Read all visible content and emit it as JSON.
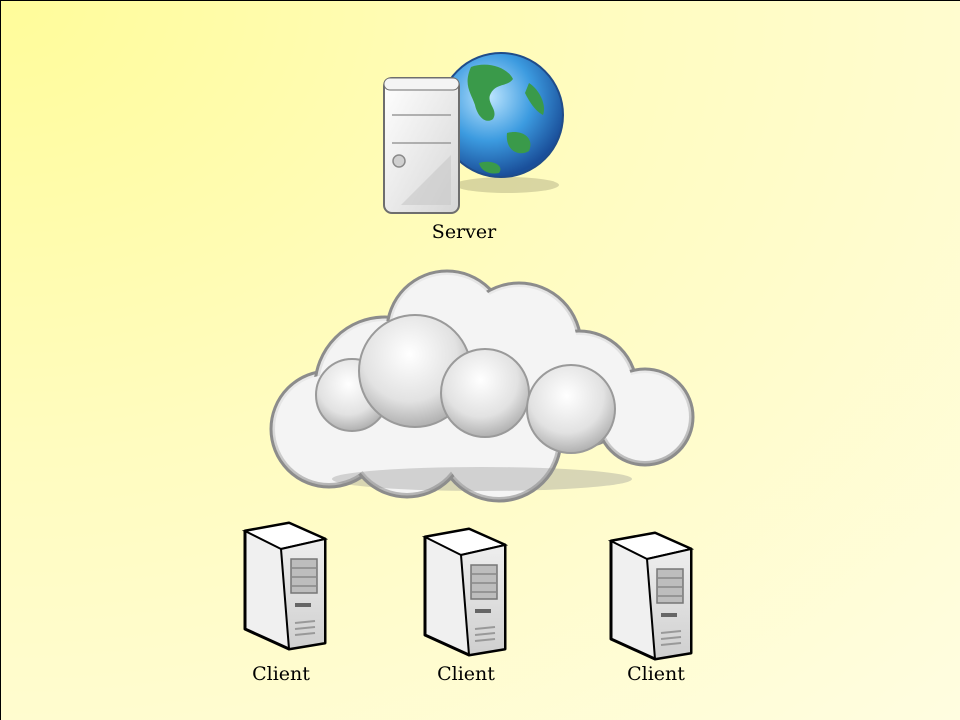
{
  "server": {
    "label": "Server",
    "icon": "server-globe-icon"
  },
  "network": {
    "icon": "cloud-icon"
  },
  "clients": [
    {
      "label": "Client",
      "icon": "tower-computer-icon"
    },
    {
      "label": "Client",
      "icon": "tower-computer-icon"
    },
    {
      "label": "Client",
      "icon": "tower-computer-icon"
    }
  ]
}
